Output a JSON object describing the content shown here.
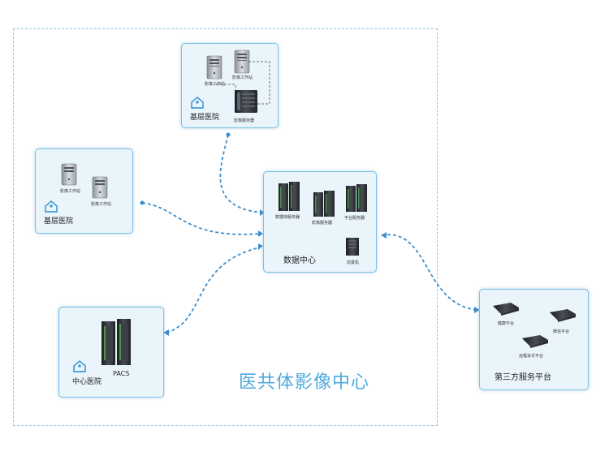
{
  "title": "医共体影像中心",
  "primary_hospital_top": {
    "label": "基层医院",
    "workstation_1": "影像工作站",
    "workstation_2": "影像工作站",
    "server": "影像服务器"
  },
  "primary_hospital_left": {
    "label": "基层医院",
    "workstation_1": "影像工作站",
    "workstation_2": "影像工作站"
  },
  "central_hospital": {
    "label": "中心医院",
    "server": "PACS"
  },
  "data_center": {
    "label": "数据中心",
    "db_server": "数据库服务器",
    "image_server": "影像服务器",
    "platform_server": "平台服务器",
    "frontend": "前置机"
  },
  "third_party": {
    "label": "第三方服务平台",
    "health": "健康平台",
    "wechat": "微信平台",
    "remote_consult": "远程会诊平台"
  },
  "colors": {
    "border": "#7cc0e8",
    "card_bg": "#eaf4fb",
    "title": "#4fa9dc",
    "link": "#3b8fd0"
  }
}
